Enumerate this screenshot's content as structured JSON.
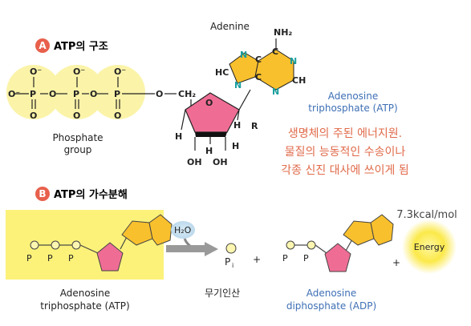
{
  "sectionA": {
    "badge": "A",
    "title": "ATP의 구조",
    "phosphate_group_label_line1": "Phosphate",
    "phosphate_group_label_line2": "group",
    "adenine_label": "Adenine",
    "nh2_label": "NH₂",
    "n_label": "N",
    "c_label": "C",
    "hc_label": "HC",
    "ch_label": "CH",
    "ch2_label": "CH₂",
    "h_label": "H",
    "oh_label": "OH",
    "o_label": "O",
    "p_label": "P",
    "o_minus_label": "O⁻",
    "r_label": "R",
    "atp_name_line1": "Adenosine",
    "atp_name_line2": "triphosphate (ATP)",
    "note_line1": "생명체의 주된 에너지원.",
    "note_line2": "물질의 능동적인 수송이나",
    "note_line3": "각종 신진 대사에 쓰이게 됨"
  },
  "sectionB": {
    "badge": "B",
    "title": "ATP의 가수분해",
    "water_label": "H₂O",
    "energy_value": "7.3kcal/mol",
    "energy_label": "Energy",
    "plus": "+",
    "p_label": "P",
    "pi_label": "P",
    "pi_sub": "i",
    "atp_name_line1": "Adenosine",
    "atp_name_line2": "triphosphate (ATP)",
    "pi_name": "무기인산",
    "adp_name_line1": "Adenosine",
    "adp_name_line2": "diphosphate (ADP)"
  },
  "colors": {
    "badge": "#e8604c",
    "yellow_highlight": "#fcf27a",
    "phosphate_circle": "#fbf3a8",
    "adenine": "#f9c02d",
    "ribose": "#ef6d95",
    "blue_text": "#3e6fb5",
    "red_text": "#e06a4a",
    "teal": "#1a9e9e"
  }
}
